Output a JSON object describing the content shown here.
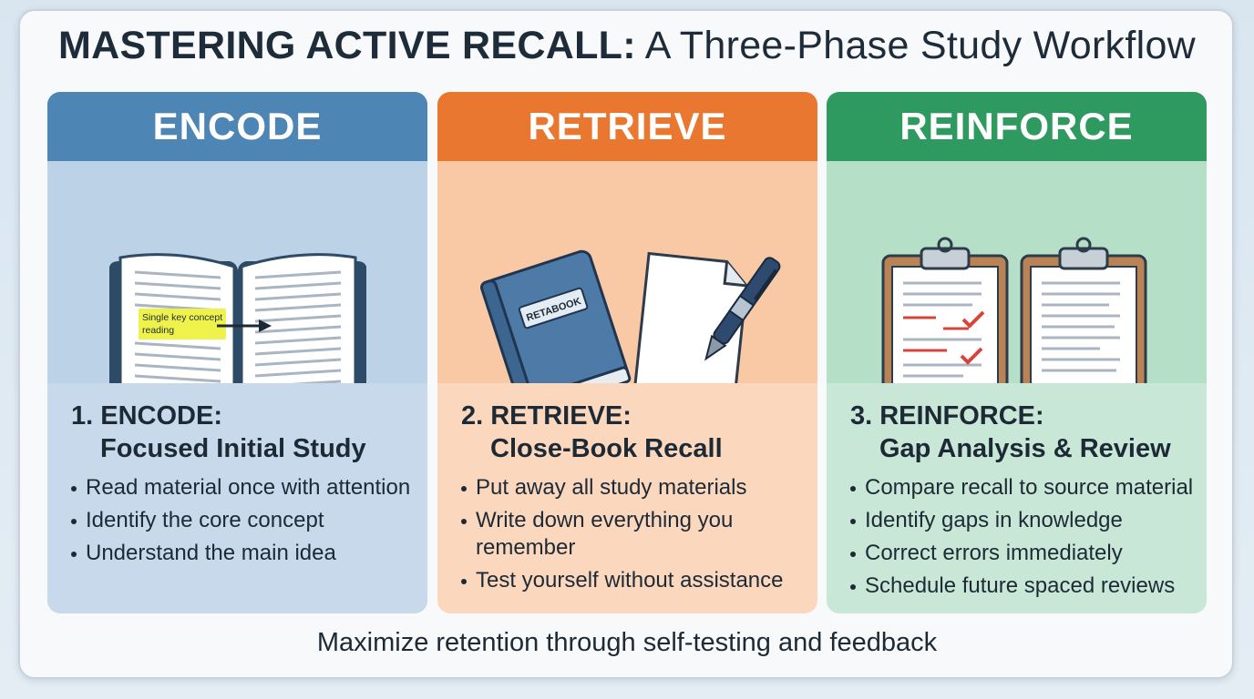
{
  "title": {
    "bold": "MASTERING ACTIVE RECALL:",
    "rest": " A Three-Phase Study Workflow"
  },
  "colors": {
    "encode": "#4d86b5",
    "retrieve": "#e9772f",
    "reinforce": "#2f9a5f"
  },
  "panels": [
    {
      "header": "ENCODE",
      "illustration": "open-book-icon",
      "highlight_text": [
        "Single key concept",
        "reading"
      ],
      "phase": "1. ENCODE:",
      "subtitle": "Focused Initial Study",
      "bullets": [
        "Read material once with attention",
        "Identify the core concept",
        "Understand the main idea"
      ]
    },
    {
      "header": "RETRIEVE",
      "illustration": "closed-book-and-pen-icon",
      "book_label": "RETABOOK",
      "phase": "2. RETRIEVE:",
      "subtitle": "Close-Book Recall",
      "bullets": [
        "Put away all study materials",
        "Write down everything you remember",
        "Test yourself without assistance"
      ]
    },
    {
      "header": "REINFORCE",
      "illustration": "clipboards-cycle-icon",
      "phase": "3. REINFORCE:",
      "subtitle": "Gap Analysis & Review",
      "bullets": [
        "Compare recall to source material",
        "Identify gaps in knowledge",
        "Correct errors immediately",
        "Schedule future spaced reviews"
      ]
    }
  ],
  "footer": "Maximize retention through self-testing and feedback"
}
